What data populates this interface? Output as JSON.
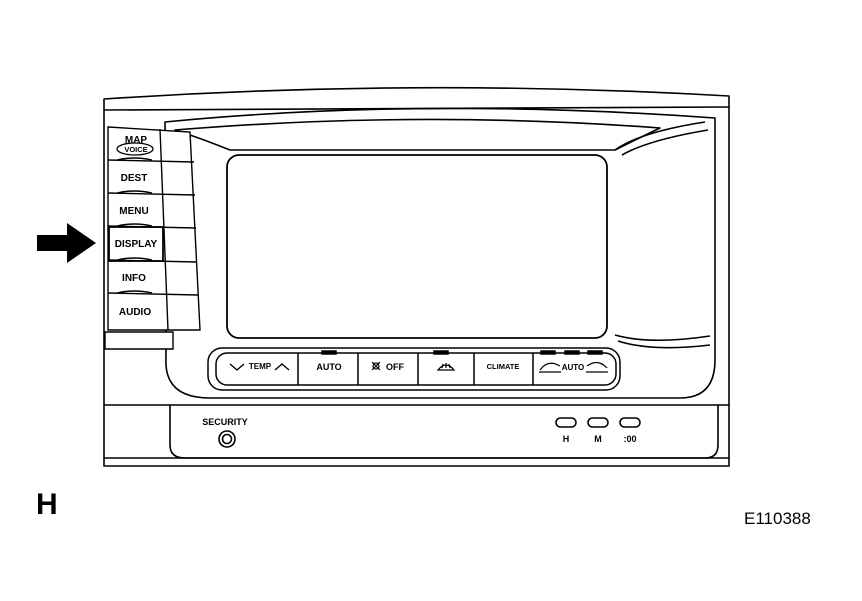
{
  "side_buttons": [
    "MAP",
    "DEST",
    "MENU",
    "DISPLAY",
    "INFO",
    "AUDIO"
  ],
  "map_sub_label": "VOICE",
  "climate_panel": {
    "temp": "TEMP",
    "auto": "AUTO",
    "off": "OFF",
    "climate": "CLIMATE",
    "recirc_auto": "AUTO"
  },
  "security_label": "SECURITY",
  "clock_buttons": [
    "H",
    "M",
    ":00"
  ],
  "figure_letter": "H",
  "figure_code": "E110388",
  "colors": {
    "line": "#000000",
    "arrow": "#000000",
    "background": "#ffffff"
  }
}
